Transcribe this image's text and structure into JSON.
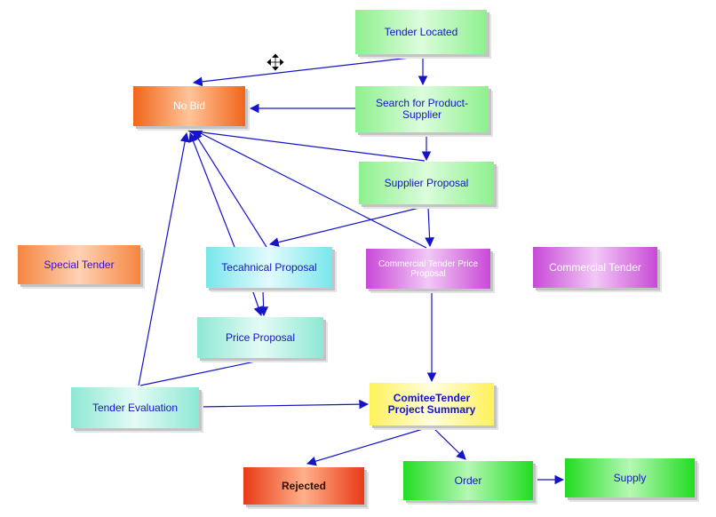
{
  "nodes": {
    "tender_located": "Tender Located",
    "no_bid": "No Bid",
    "search_line1": "Search for Product-",
    "search_line2": "Supplier",
    "supplier_proposal": "Supplier Proposal",
    "special_tender": "Special Tender",
    "technical_proposal": "Tecahnical Proposal",
    "commercial_price_line1": "Commercial Tender Price",
    "commercial_price_line2": "Proposal",
    "commercial_tender": "Commercial Tender",
    "price_proposal": "Price Proposal",
    "tender_evaluation": "Tender Evaluation",
    "comitee_line1": "ComiteeTender",
    "comitee_line2": "Project Summary",
    "rejected": "Rejected",
    "order": "Order",
    "supply": "Supply"
  },
  "colors": {
    "edge": "#1414c8",
    "green": "#8ef08e",
    "orange": "#f0661a",
    "cyan": "#78e6ec",
    "teal": "#8ee8d4",
    "purple": "#c84ad6",
    "yellow": "#fff25a",
    "red": "#e83a16",
    "bright_green": "#22dc22"
  },
  "icons": {
    "cursor": "move-cursor-icon"
  }
}
